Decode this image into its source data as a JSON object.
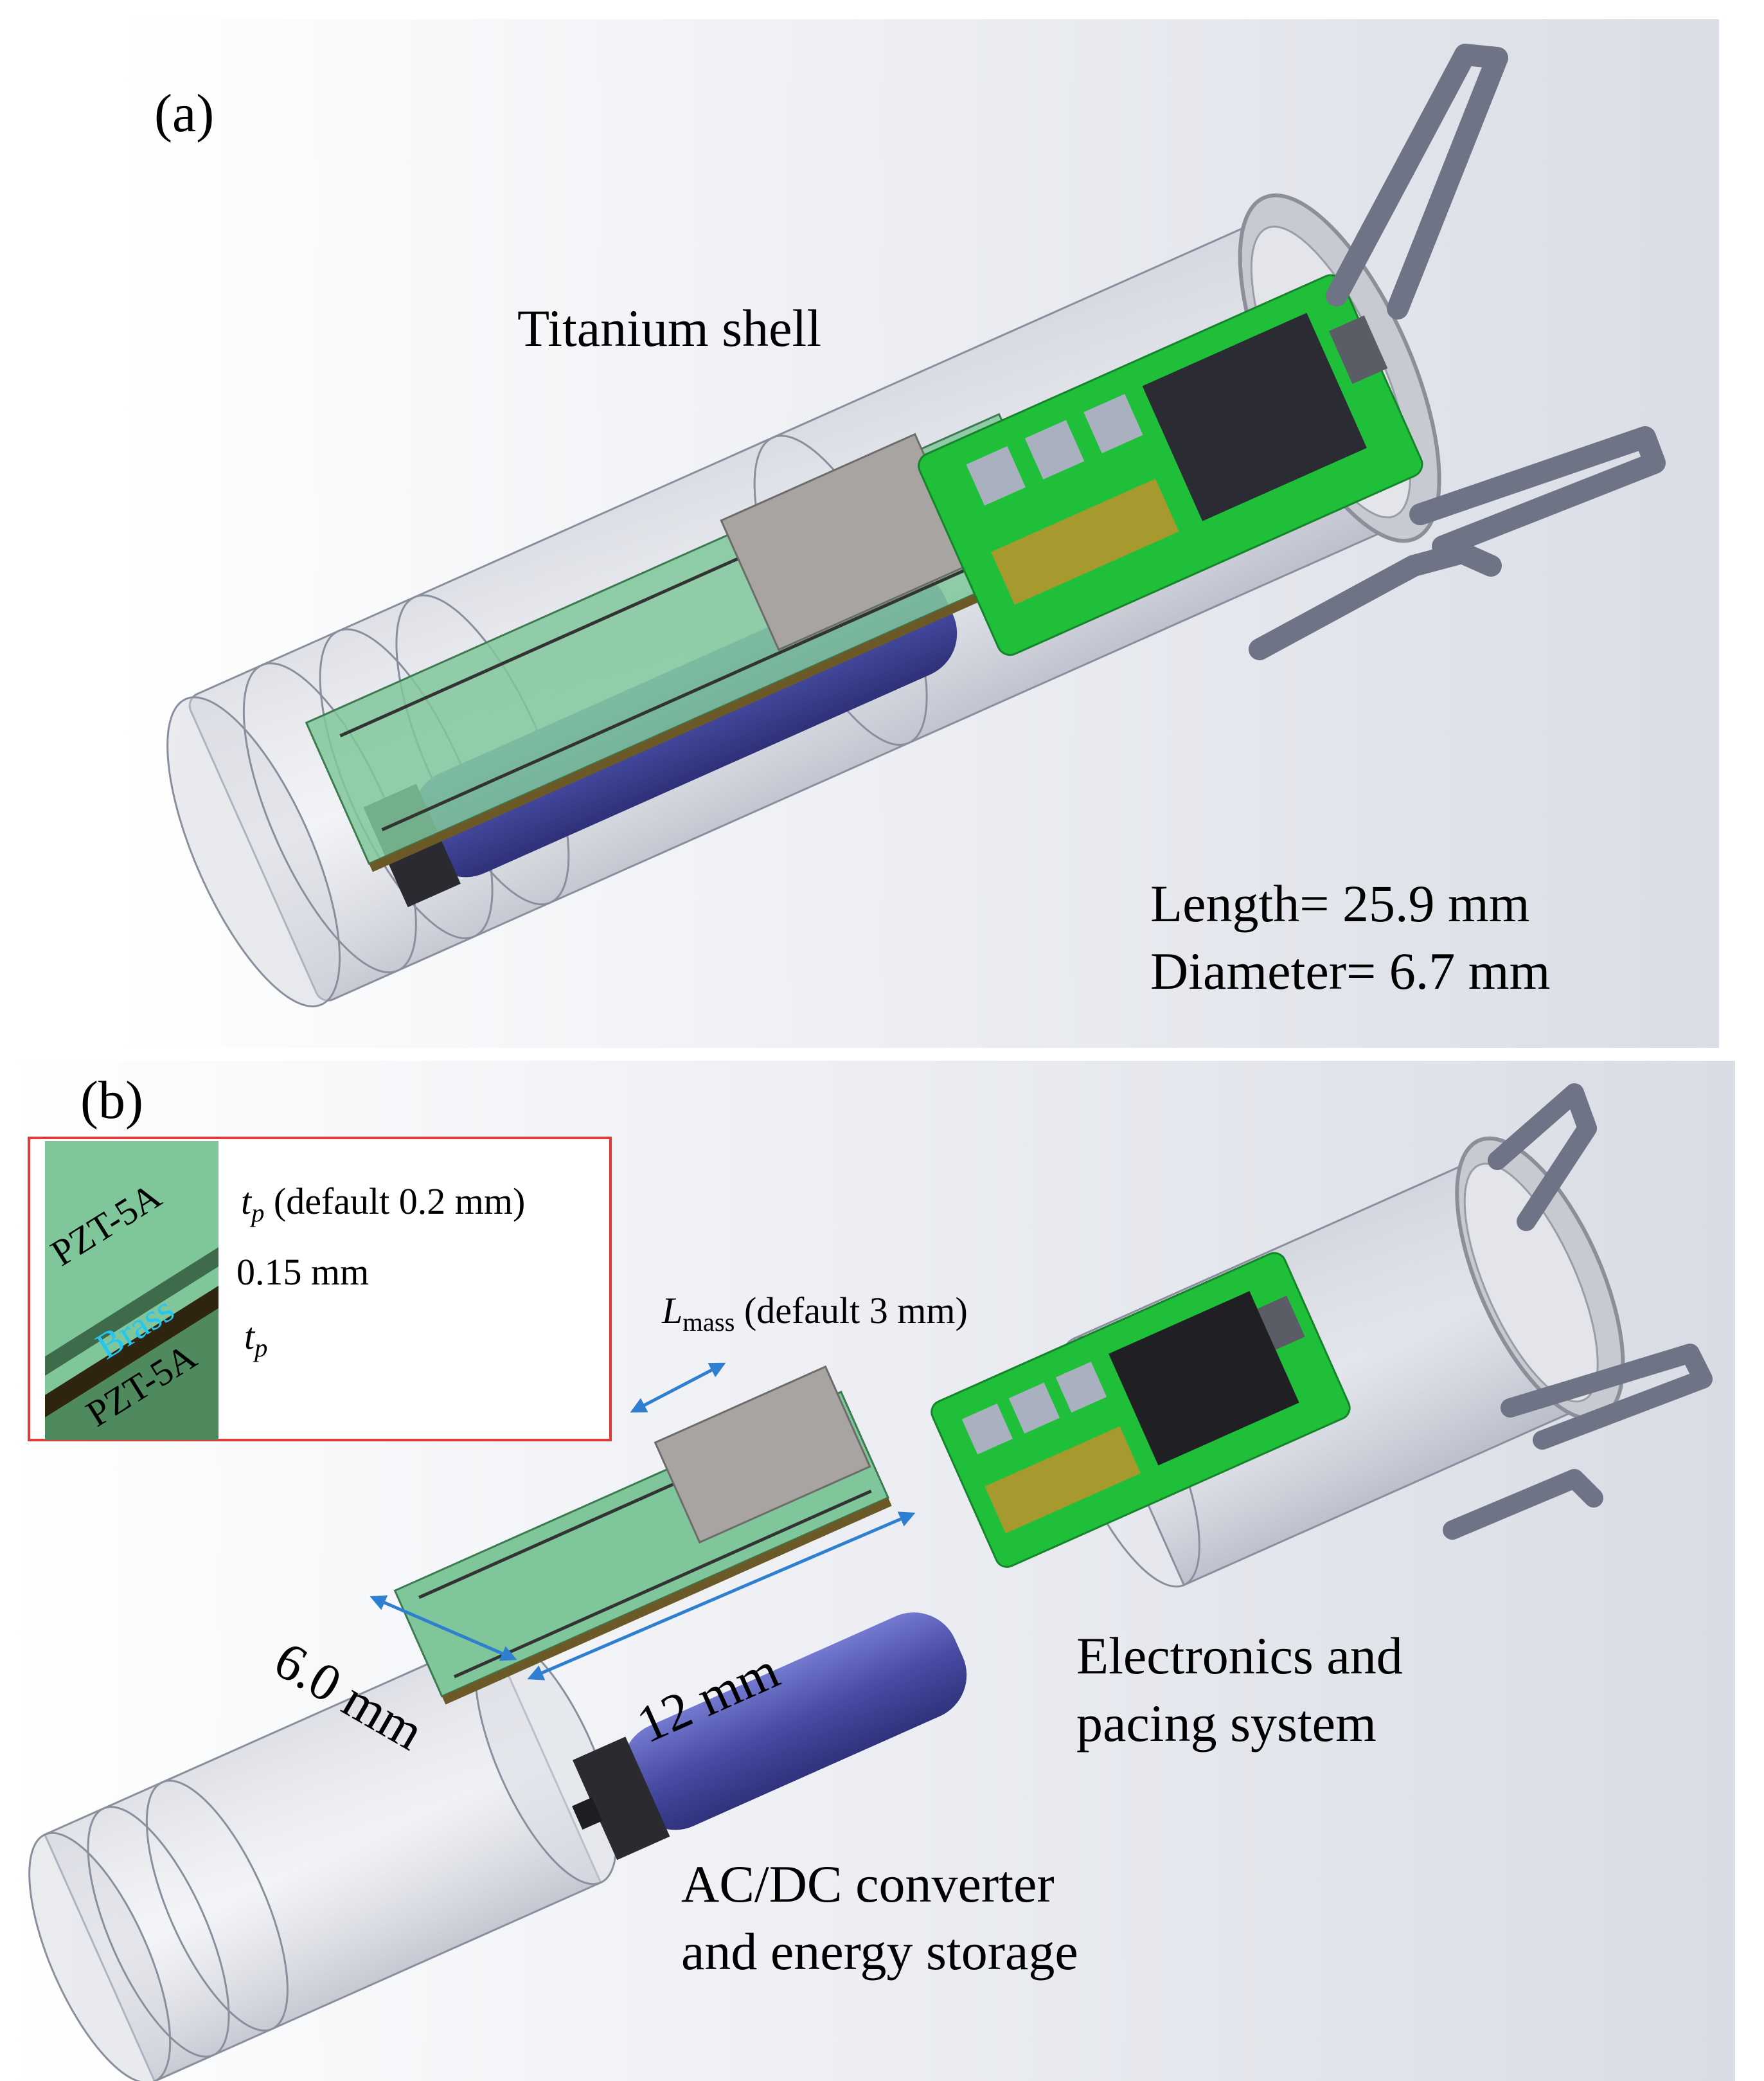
{
  "panel_a": {
    "label": "(a)",
    "shell_label": "Titanium shell",
    "length_text": "Length= 25.9 mm",
    "diameter_text": "Diameter= 6.7 mm"
  },
  "panel_b": {
    "label": "(b)",
    "inset": {
      "layer_top": "PZT-5A",
      "layer_middle": "Brass",
      "layer_bottom": "PZT-5A",
      "tp_symbol": "t",
      "tp_sub": "p",
      "tp_default": "(default 0.2 mm)",
      "brass_thickness": "0.15 mm"
    },
    "lmass_symbol": "L",
    "lmass_sub": "mass",
    "lmass_default": "(default 3 mm)",
    "width_dim": "6.0 mm",
    "length_dim": "12 mm",
    "electronics_line1": "Electronics and",
    "electronics_line2": "pacing system",
    "converter_line1": "AC/DC converter",
    "converter_line2": "and energy storage"
  },
  "colors": {
    "pcb_green": "#1fbf3a",
    "piezo_green": "#6fbf8a",
    "battery_blue": "#4a4fa8",
    "chip_dark": "#2b2b33",
    "capacitor_olive": "#a69a2e",
    "shell_grey": "#b8bcc6",
    "anchor_grey": "#6e7385",
    "inset_border": "#e03a3a",
    "dimension_arrow": "#2f7fd0"
  }
}
